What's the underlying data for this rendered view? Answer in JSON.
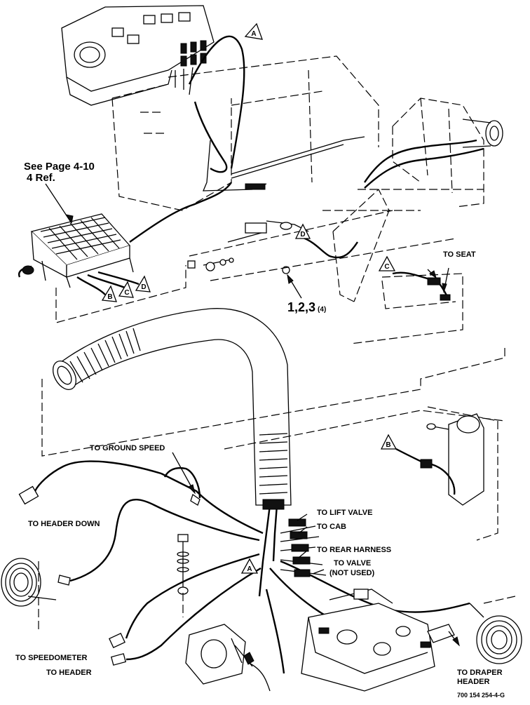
{
  "reference": {
    "see_page": "See Page 4-10",
    "ref": "4 Ref."
  },
  "callout_parts": {
    "main": "1,2,3",
    "qty": "(4)"
  },
  "connectors": {
    "a": "A",
    "b": "B",
    "c": "C",
    "d": "D"
  },
  "labels": {
    "to_seat": "TO SEAT",
    "to_ground_speed": "TO GROUND SPEED",
    "to_header_down": "TO HEADER DOWN",
    "to_lift_valve": "TO LIFT VALVE",
    "to_cab": "TO CAB",
    "to_rear_harness": "TO REAR HARNESS",
    "to_valve": "TO VALVE",
    "not_used": "(NOT USED)",
    "to_speedometer": "TO SPEEDOMETER",
    "to_header": "TO HEADER",
    "to_draper": "TO DRAPER",
    "header": "HEADER"
  },
  "drawing_number": "700 154 254-4-G"
}
